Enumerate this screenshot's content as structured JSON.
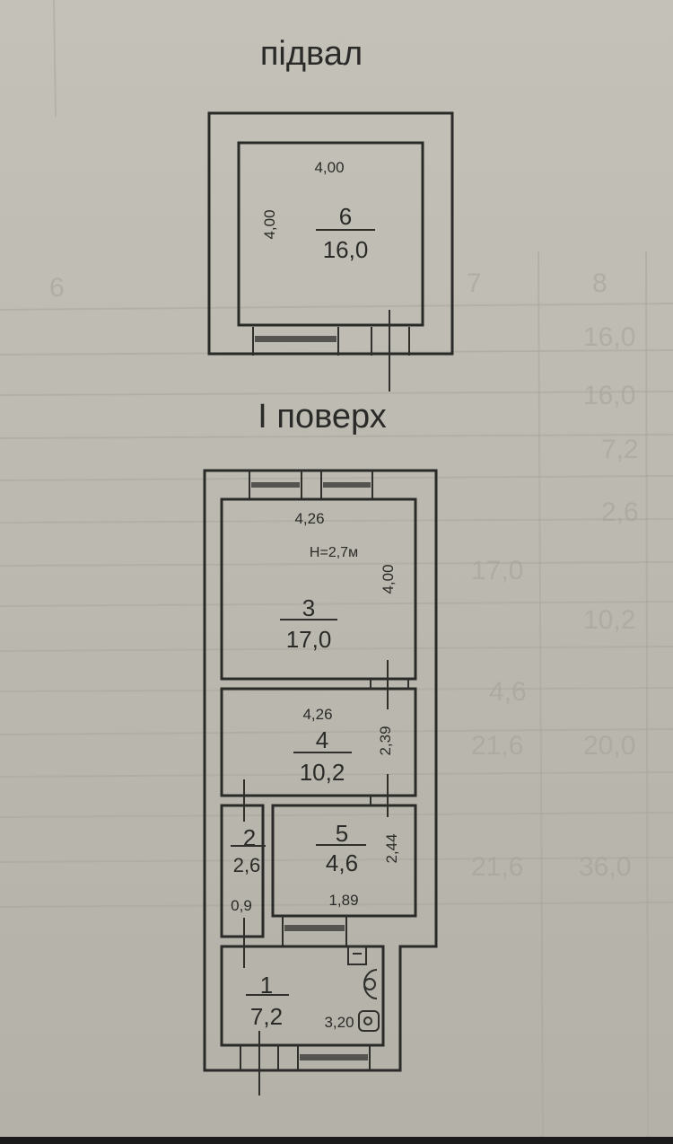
{
  "document": {
    "type": "floor-plan",
    "colors": {
      "paper": "#c2c0b6",
      "ink": "#2a2a28"
    }
  },
  "basement": {
    "title": "підвал",
    "rooms": [
      {
        "number": "6",
        "area": "16,0",
        "width": "4,00",
        "length": "4,00"
      }
    ]
  },
  "floor1": {
    "title": "I поверх",
    "height_note": "Н=2,7м",
    "rooms": [
      {
        "number": "1",
        "area": "7,2",
        "dim": "3,20"
      },
      {
        "number": "2",
        "area": "2,6",
        "dim": "0,9"
      },
      {
        "number": "3",
        "area": "17,0",
        "width": "4,26",
        "length": "4,00"
      },
      {
        "number": "4",
        "area": "10,2",
        "width": "4,26",
        "length": "2,39"
      },
      {
        "number": "5",
        "area": "4,6",
        "width": "1,89",
        "length": "2,44"
      }
    ]
  },
  "icons": {
    "toilet": "toilet-fixture-icon",
    "sink": "sink-fixture-icon"
  },
  "background_showthrough": {
    "cells": [
      "6",
      "7",
      "8",
      "16,0",
      "16,0",
      "7,2",
      "2,6",
      "17,0",
      "10,2",
      "4,6",
      "21,6",
      "20,0",
      "21,6",
      "36,0"
    ]
  }
}
